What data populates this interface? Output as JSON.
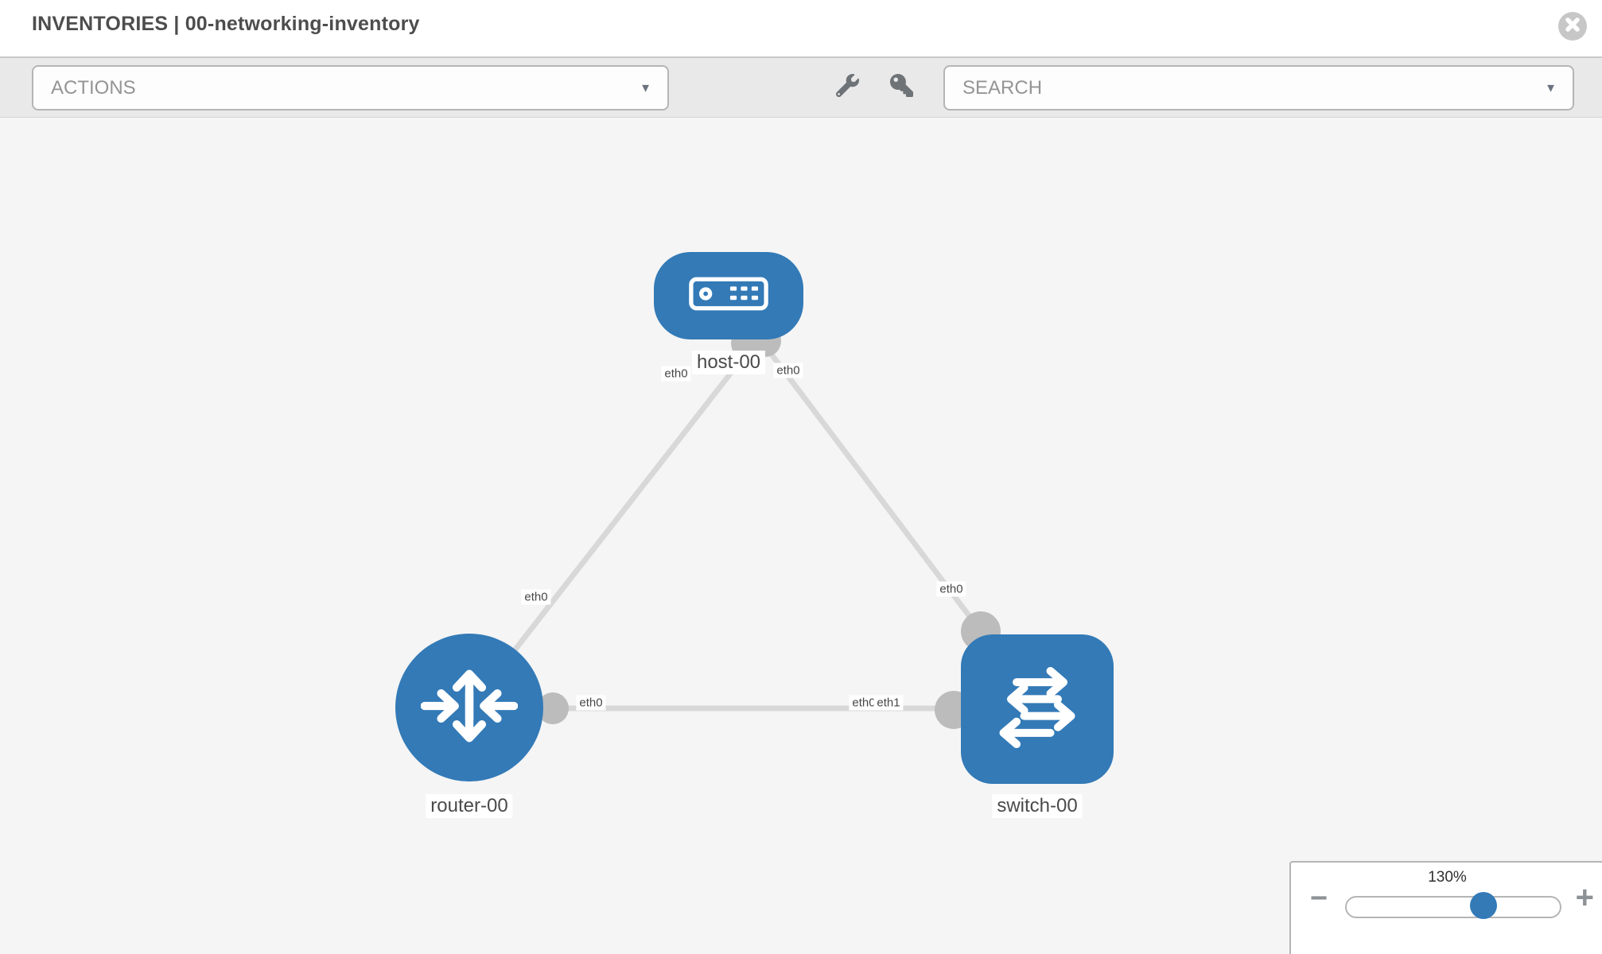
{
  "header": {
    "title": "INVENTORIES | 00-networking-inventory"
  },
  "toolbar": {
    "actions_label": "ACTIONS",
    "search_label": "SEARCH"
  },
  "icons": {
    "close": "x-circle-icon",
    "wrench": "wrench-icon",
    "key": "key-icon",
    "caret": "▼",
    "minus": "−",
    "plus": "+"
  },
  "canvas": {
    "nodes": [
      {
        "id": "host-00",
        "type": "host",
        "label": "host-00"
      },
      {
        "id": "router-00",
        "type": "router",
        "label": "router-00"
      },
      {
        "id": "switch-00",
        "type": "switch",
        "label": "switch-00"
      }
    ],
    "links": [
      {
        "from": "router-00",
        "to": "host-00",
        "from_label": "eth0",
        "to_label": "eth0"
      },
      {
        "from": "switch-00",
        "to": "host-00",
        "from_label": "eth0",
        "to_label": "eth0"
      },
      {
        "from": "router-00",
        "to": "switch-00",
        "from_label": "eth0",
        "to_label": "eth1",
        "overlapped_label": "eth0"
      }
    ]
  },
  "zoom_control": {
    "level": "130%"
  },
  "colors": {
    "node_blue": "#337ab7",
    "link_gray": "#d8d8d8",
    "connector_gray": "#bcbcbc",
    "toolbar_bg": "#e9e9e9",
    "canvas_bg": "#f5f5f5",
    "title_text": "#4d4d4d"
  }
}
